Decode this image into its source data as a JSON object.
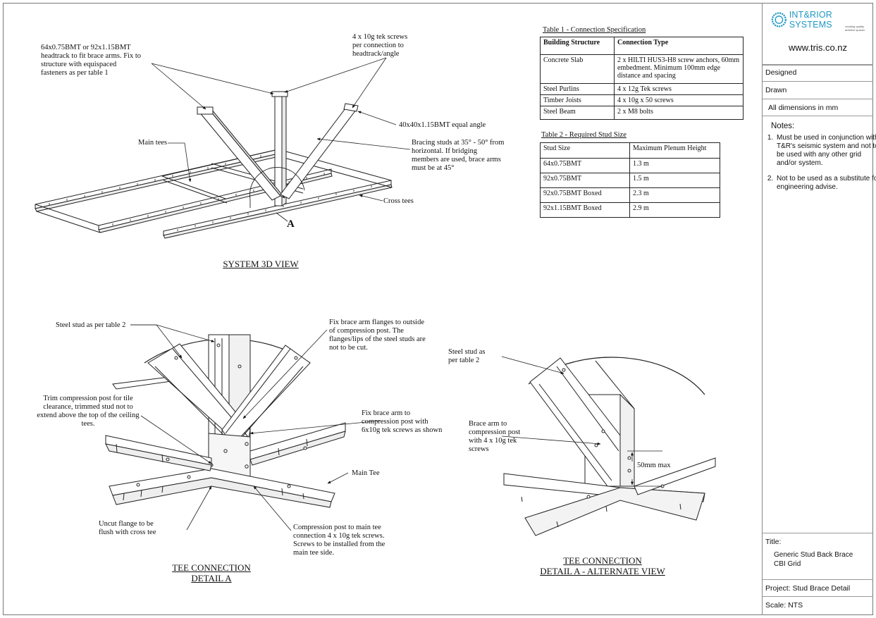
{
  "company": {
    "name": "INT&RIOR SYSTEMS",
    "tagline": "creating quality ambient spaces",
    "website": "www.tris.co.nz"
  },
  "title_block": {
    "designed_label": "Designed",
    "drawn_label": "Drawn",
    "dimensions_note": "All dimensions in mm",
    "notes_heading": "Notes:",
    "notes": [
      "Must be used in conjunction with  T&R's seismic system and not to be used with any other grid and/or system.",
      "Not to be used as a substitute for engineering advise."
    ],
    "title_label": "Title:",
    "title_line1": "Generic Stud Back Brace",
    "title_line2": "CBI Grid",
    "project": "Project:  Stud Brace Detail",
    "scale": "Scale: NTS"
  },
  "table1": {
    "title": "Table 1 - Connection Specification",
    "headers": [
      "Building Structure",
      "Connection Type"
    ],
    "rows": [
      [
        "Concrete Slab",
        "2 x HILTI HUS3-H8 screw anchors, 60mm embedment. Minimum 100mm edge distance and spacing"
      ],
      [
        "Steel Purlins",
        "4 x 12g Tek screws"
      ],
      [
        "Timber Joists",
        "4 x 10g x 50 screws"
      ],
      [
        "Steel Beam",
        "2 x M8 bolts"
      ]
    ]
  },
  "table2": {
    "title": "Table 2 - Required Stud Size",
    "headers": [
      "Stud Size",
      "Maximum Plenum Height"
    ],
    "rows": [
      [
        "64x0.75BMT",
        "1.3 m"
      ],
      [
        "92x0.75BMT",
        "1.5 m"
      ],
      [
        "92x0.75BMT Boxed",
        "2.3 m"
      ],
      [
        "92x1.15BMT Boxed",
        "2.9 m"
      ]
    ]
  },
  "view3d": {
    "note_headtrack": "64x0.75BMT or 92x1.15BMT\nheadtrack to fit brace arms. Fix to\nstructure with equispaced\nfasteners as per table 1",
    "note_tek": "4 x 10g tek screws\nper connection to\nheadtrack/angle",
    "note_angle": "40x40x1.15BMT equal angle",
    "note_main_tees": "Main tees",
    "note_bracing": "Bracing studs at 35° - 50° from\nhorizontal. If bridging\nmembers are used, brace arms\nmust be at 45°",
    "note_cross_tees": "Cross tees",
    "section_marker": "A",
    "caption": "SYSTEM 3D VIEW"
  },
  "detailA": {
    "note_steel_stud": "Steel stud as per table 2",
    "note_fix_flanges": "Fix brace arm flanges to outside\nof compression post. The\nflanges/lips of the steel studs are\nnot to be cut.",
    "note_trim": "Trim compression post for tile\nclearance, trimmed stud not to\nextend above the top of the ceiling\ntees.",
    "note_fix_arm": "Fix brace arm to\ncompression post with\n6x10g tek screws as shown",
    "note_main_tee": "Main Tee",
    "note_uncut": "Uncut flange to be\nflush with cross tee",
    "note_post_to_tee": "Compression post to main tee\nconnection 4 x 10g tek screws.\nScrews to be installed from the\nmain tee side.",
    "caption": "TEE CONNECTION\nDETAIL A"
  },
  "detailAlt": {
    "note_steel_stud": "Steel stud as\nper table 2",
    "note_brace_arm": "Brace arm to\ncompression post\nwith 4 x 10g tek\nscrews",
    "note_50mm": "50mm max",
    "caption": "TEE CONNECTION\nDETAIL A - ALTERNATE VIEW"
  }
}
